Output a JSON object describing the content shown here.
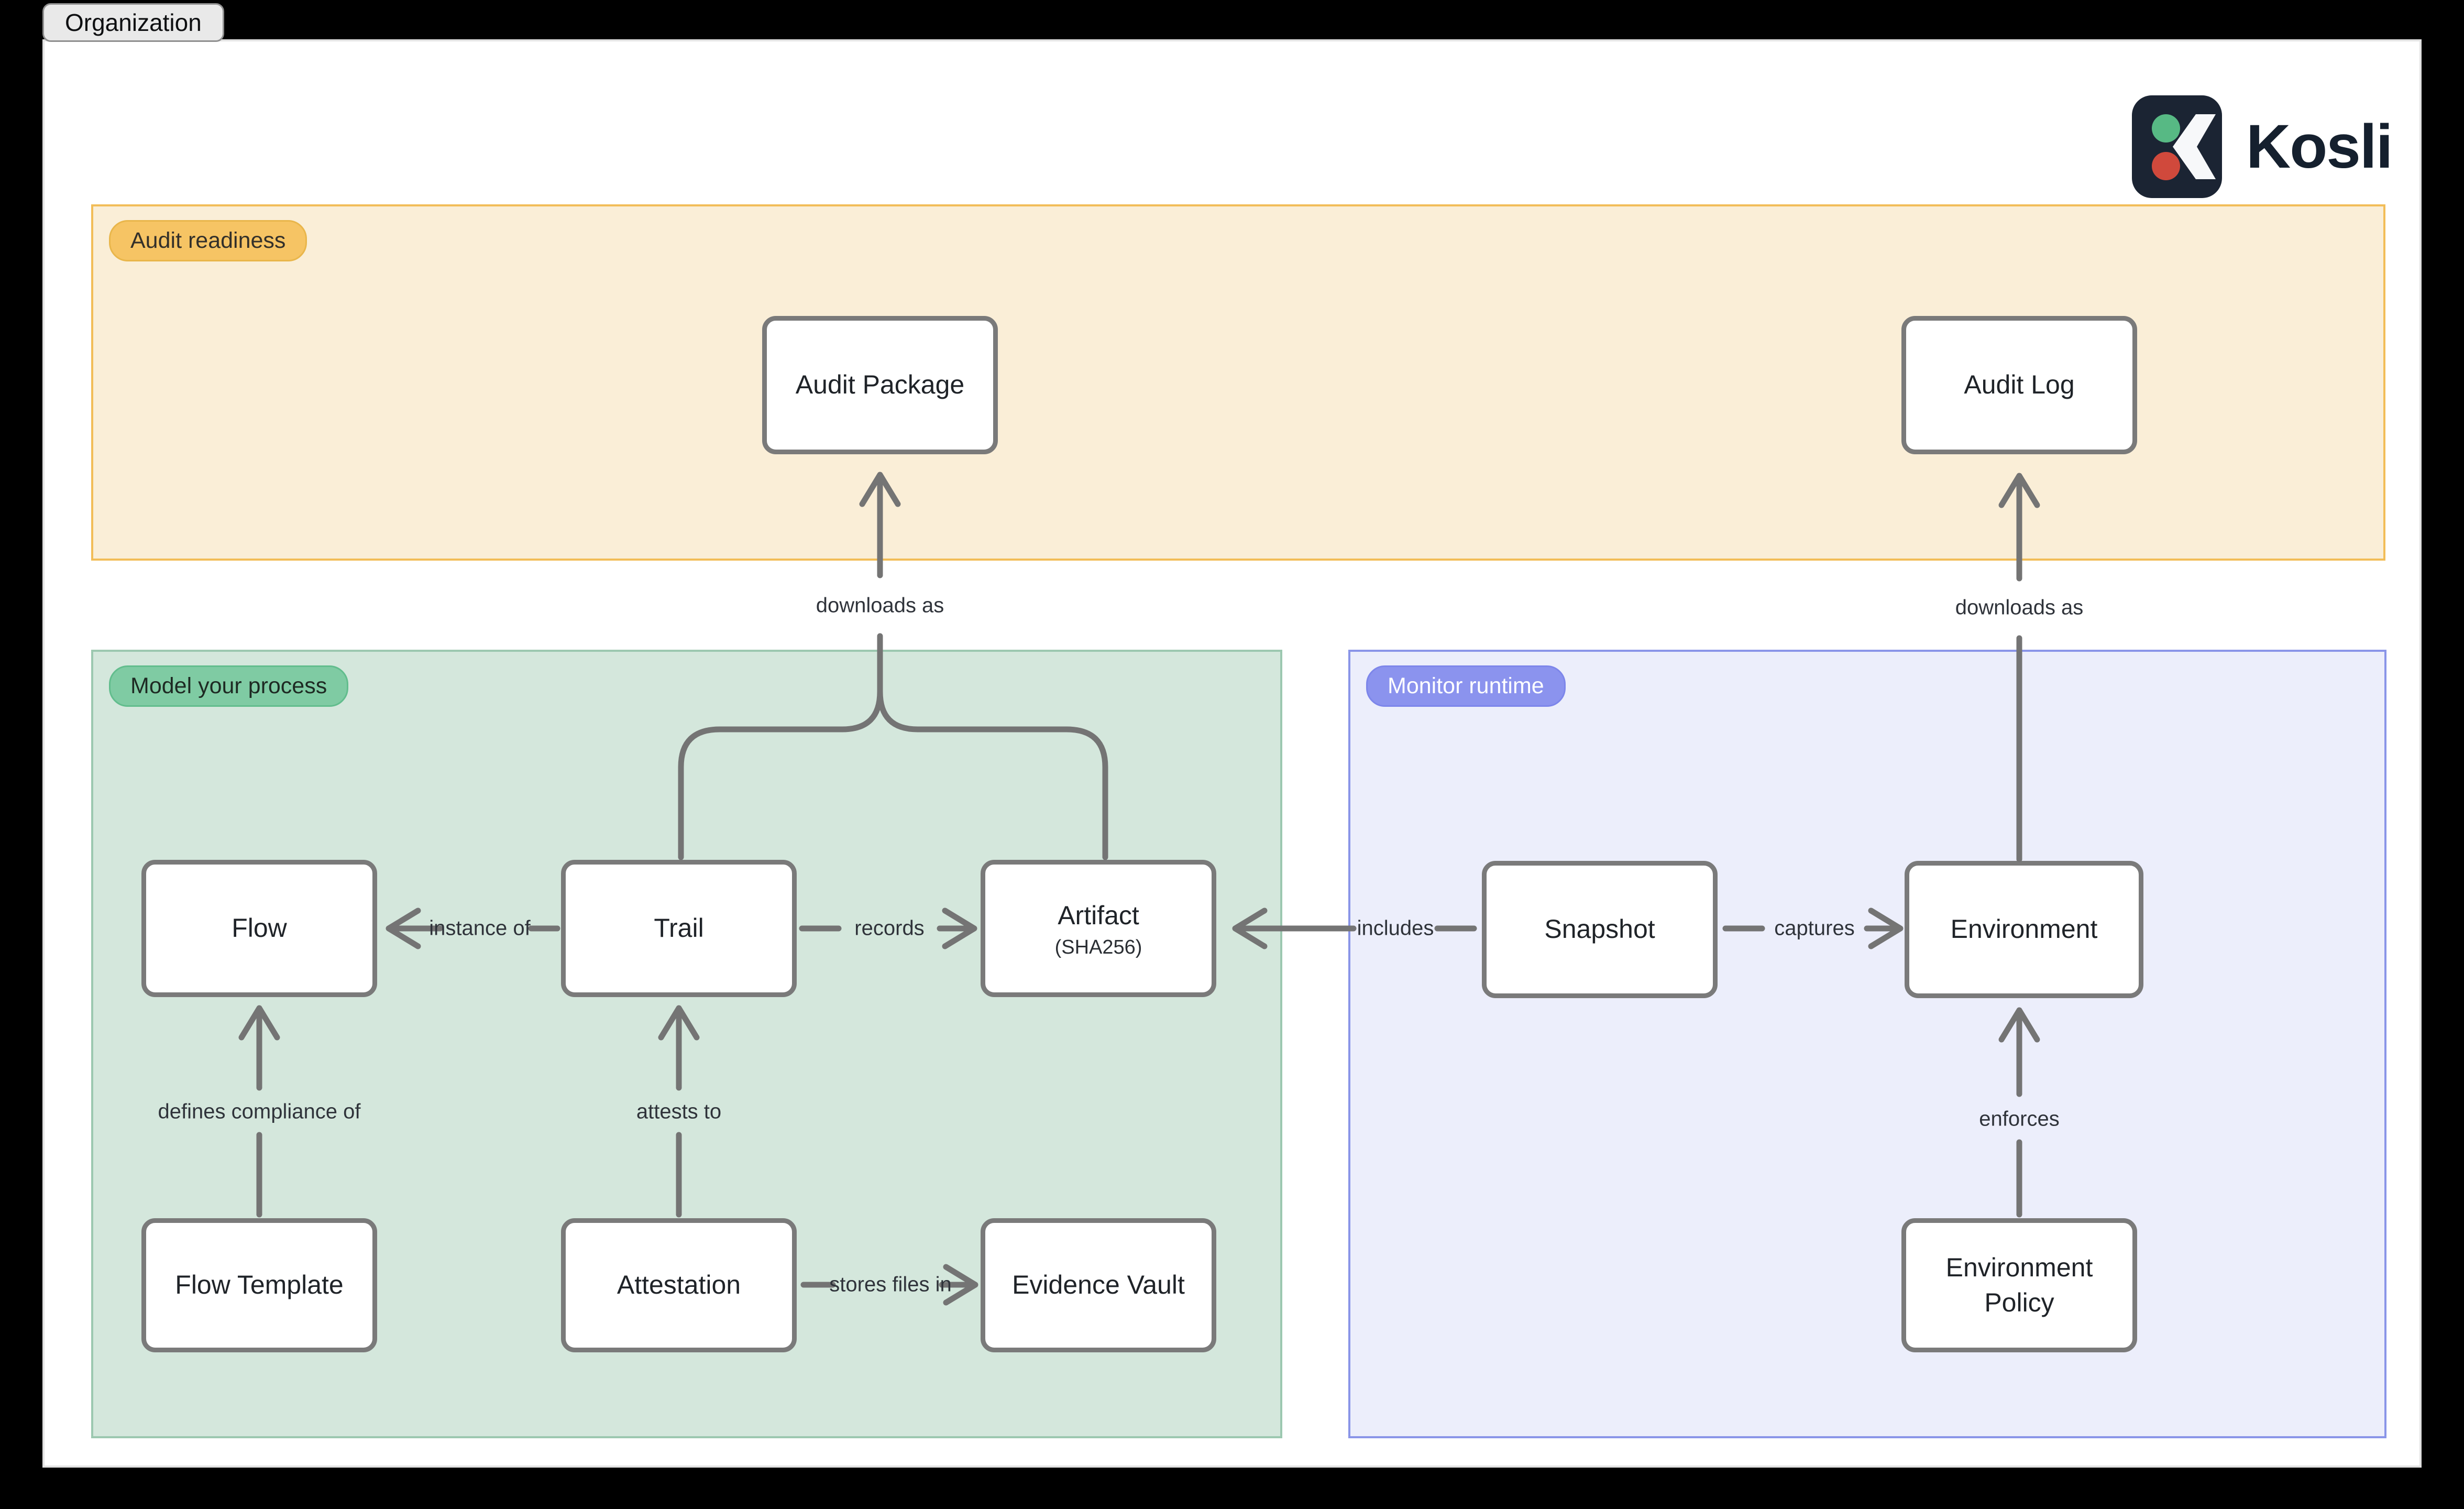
{
  "tab": {
    "label": "Organization"
  },
  "logo": {
    "text": "Kosli",
    "mark_bg": "#1b2433",
    "dot_green": "#57b984",
    "dot_red": "#d0493c"
  },
  "regions": {
    "audit": {
      "label": "Audit readiness",
      "bg": "#faeed7",
      "border": "#f2bd58",
      "badge_bg": "#f6c464"
    },
    "model": {
      "label": "Model your process",
      "bg": "#d4e7dc",
      "border": "#9cc8b0",
      "badge_bg": "#7fcba3"
    },
    "monitor": {
      "label": "Monitor runtime",
      "bg": "#eceefb",
      "border": "#8a95e8",
      "badge_bg": "#8b93ee"
    }
  },
  "nodes": {
    "audit_package": {
      "label": "Audit Package"
    },
    "audit_log": {
      "label": "Audit Log"
    },
    "flow": {
      "label": "Flow"
    },
    "trail": {
      "label": "Trail"
    },
    "artifact": {
      "label": "Artifact",
      "sublabel": "(SHA256)"
    },
    "snapshot": {
      "label": "Snapshot"
    },
    "environment": {
      "label": "Environment"
    },
    "flow_template": {
      "label": "Flow Template"
    },
    "attestation": {
      "label": "Attestation"
    },
    "evidence_vault": {
      "label": "Evidence Vault"
    },
    "environment_policy": {
      "label": "Environment Policy"
    }
  },
  "edges": {
    "downloads_as_left": "downloads as",
    "downloads_as_right": "downloads as",
    "instance_of": "instance of",
    "records": "records",
    "includes": "includes",
    "captures": "captures",
    "defines_compliance": "defines compliance of",
    "attests_to": "attests to",
    "stores_files_in": "stores files in",
    "enforces": "enforces"
  },
  "colors": {
    "connector": "#747474",
    "node_border": "#7a7a7a",
    "canvas": "#ffffff",
    "outside": "#000000"
  }
}
